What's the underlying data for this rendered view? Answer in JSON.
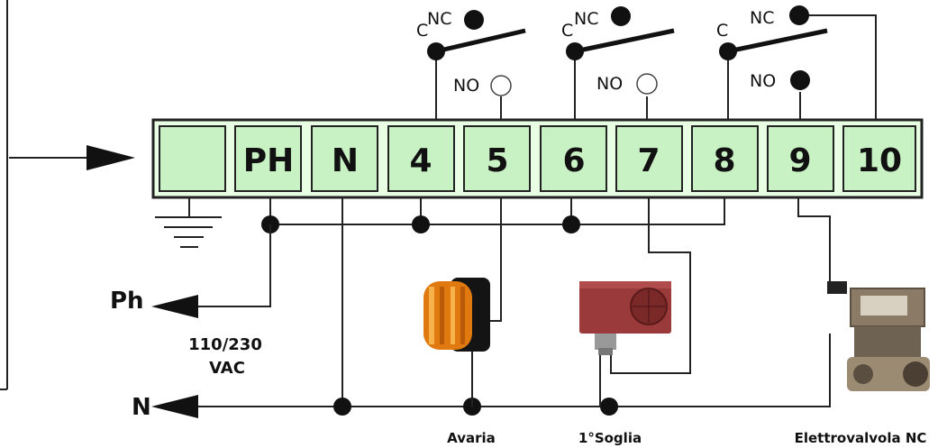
{
  "terminals": [
    "",
    "PH",
    "N",
    "4",
    "5",
    "6",
    "7",
    "8",
    "9",
    "10"
  ],
  "relays": [
    {
      "common": "C",
      "nc": "NC",
      "no": "NO"
    },
    {
      "common": "C",
      "nc": "NC",
      "no": "NO"
    },
    {
      "common": "C",
      "nc": "NC",
      "no": "NO"
    }
  ],
  "power": {
    "phase": "Ph",
    "neutral": "N",
    "voltage_line1": "110/230",
    "voltage_line2": "VAC"
  },
  "devices": {
    "siren": "Avaria",
    "sensor": "1°Soglia",
    "valve": "Elettrovalvola NC"
  },
  "colors": {
    "terminal_fill": "#c9f2c4",
    "wire": "#222222",
    "siren": "#e07a10",
    "sensor": "#9a3a3a",
    "valve": "#8a7a66"
  }
}
